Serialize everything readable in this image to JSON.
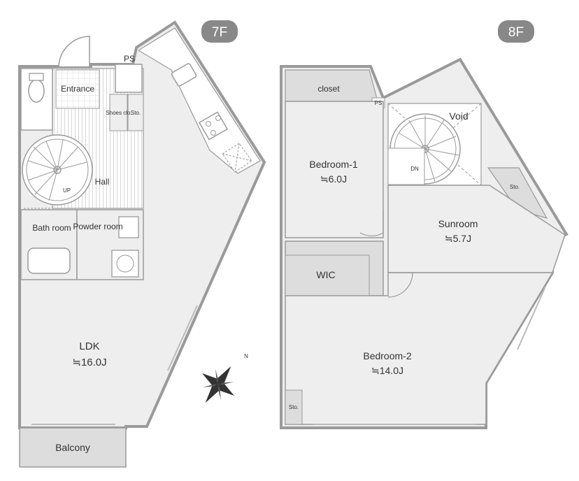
{
  "floors": [
    {
      "badge": "7F",
      "rooms": [
        {
          "id": "entrance",
          "label": "Entrance"
        },
        {
          "id": "ps",
          "label": "PS"
        },
        {
          "id": "shoes-closet",
          "label": "Shoes clo."
        },
        {
          "id": "storage",
          "label": "Sto."
        },
        {
          "id": "hall",
          "label": "Hall"
        },
        {
          "id": "stairs-up",
          "label": "UP"
        },
        {
          "id": "bath-room",
          "label": "Bath room"
        },
        {
          "id": "powder-room",
          "label": "Powder room"
        },
        {
          "id": "ldk",
          "label": "LDK",
          "area": "≒16.0J"
        },
        {
          "id": "balcony",
          "label": "Balcony"
        }
      ]
    },
    {
      "badge": "8F",
      "rooms": [
        {
          "id": "closet",
          "label": "closet"
        },
        {
          "id": "ps",
          "label": "PS"
        },
        {
          "id": "void",
          "label": "Void"
        },
        {
          "id": "bedroom-1",
          "label": "Bedroom-1",
          "area": "≒6.0J"
        },
        {
          "id": "stairs-down",
          "label": "DN"
        },
        {
          "id": "storage-sunroom",
          "label": "Sto."
        },
        {
          "id": "sunroom",
          "label": "Sunroom",
          "area": "≒5.7J"
        },
        {
          "id": "wic",
          "label": "WIC"
        },
        {
          "id": "bedroom-2",
          "label": "Bedroom-2",
          "area": "≒14.0J"
        },
        {
          "id": "storage-bedroom-2",
          "label": "Sto."
        }
      ]
    }
  ],
  "compass": {
    "label": "N"
  },
  "colors": {
    "wall": "#9a9a9a",
    "floor": "#eeeeee",
    "fixture": "#dddddd",
    "badge": "#888888",
    "text": "#333333"
  }
}
